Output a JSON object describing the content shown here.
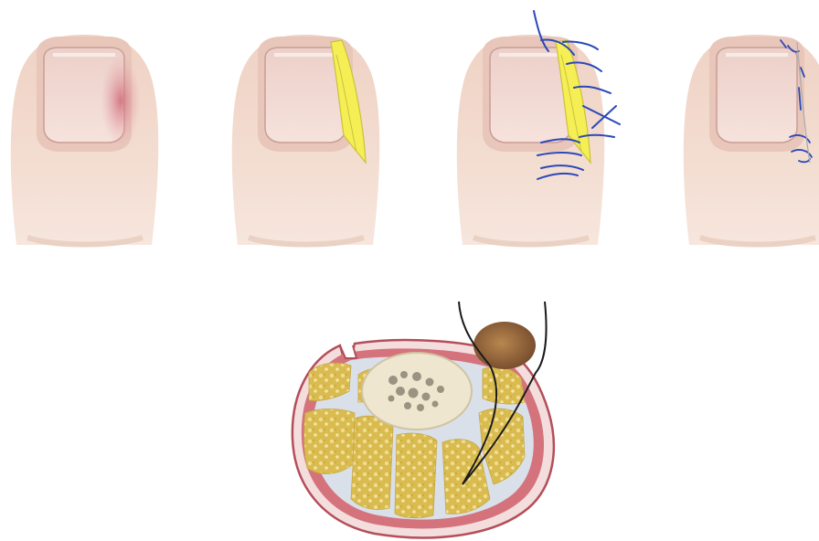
{
  "figure": {
    "panels": [
      {
        "step": 1,
        "content": "toe-inflamed-nail-fold"
      },
      {
        "step": 2,
        "content": "toe-excised-lateral-strip"
      },
      {
        "step": 3,
        "content": "toe-sutures-placed"
      },
      {
        "step": 4,
        "content": "toe-closed-wound"
      }
    ],
    "cross_section": {
      "content": "toe-cross-section-with-suture"
    }
  },
  "colors": {
    "skin": "#f1d9cc",
    "skin_shadow": "#e3c1b1",
    "nail": "#f2dcd6",
    "nail_edge": "#c99d95",
    "inflammation": "#d98a93",
    "excised_tissue": "#f5ef55",
    "suture": "#2a49b8",
    "dermis": "#d4737c",
    "fat": "#d8b94a",
    "septa": "#d9e0ea",
    "bone": "#efe6cf",
    "granuloma": "#8c5a35",
    "thread": "#1b1b1b"
  }
}
